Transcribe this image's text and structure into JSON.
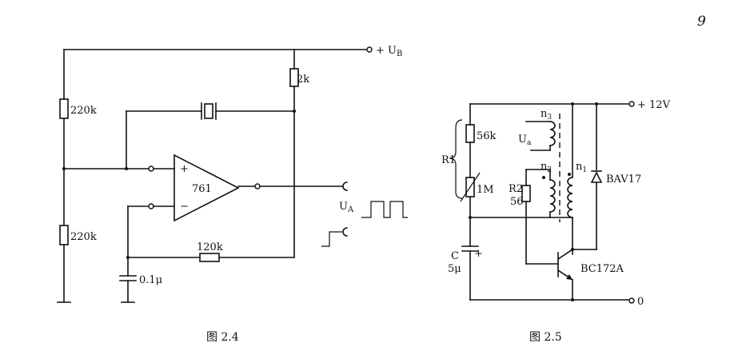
{
  "page_number": "9",
  "fig24": {
    "caption": "图 2.4",
    "supply": "+ U",
    "supply_sub": "B",
    "r_top_left": "220k",
    "r_bottom_left": "220k",
    "r_right": "2k",
    "r_feedback": "120k",
    "cap": "0.1μ",
    "opamp": "761",
    "plus": "+",
    "minus": "−",
    "out": "U",
    "out_sub": "A"
  },
  "fig25": {
    "caption": "图 2.5",
    "supply": "+ 12V",
    "ground": "0",
    "r1_label": "R1",
    "r1a": "56k",
    "r1b": "1M",
    "r2_label": "R2",
    "r2_value": "56",
    "n1": "n",
    "n1_sub": "1",
    "n2": "n",
    "n2_sub": "2",
    "n3": "n",
    "n3_sub": "3",
    "ua": "U",
    "ua_sub": "a",
    "diode": "BAV17",
    "transistor": "BC172A",
    "cap_label": "C",
    "cap_value": "5μ",
    "cap_plus": "+"
  }
}
